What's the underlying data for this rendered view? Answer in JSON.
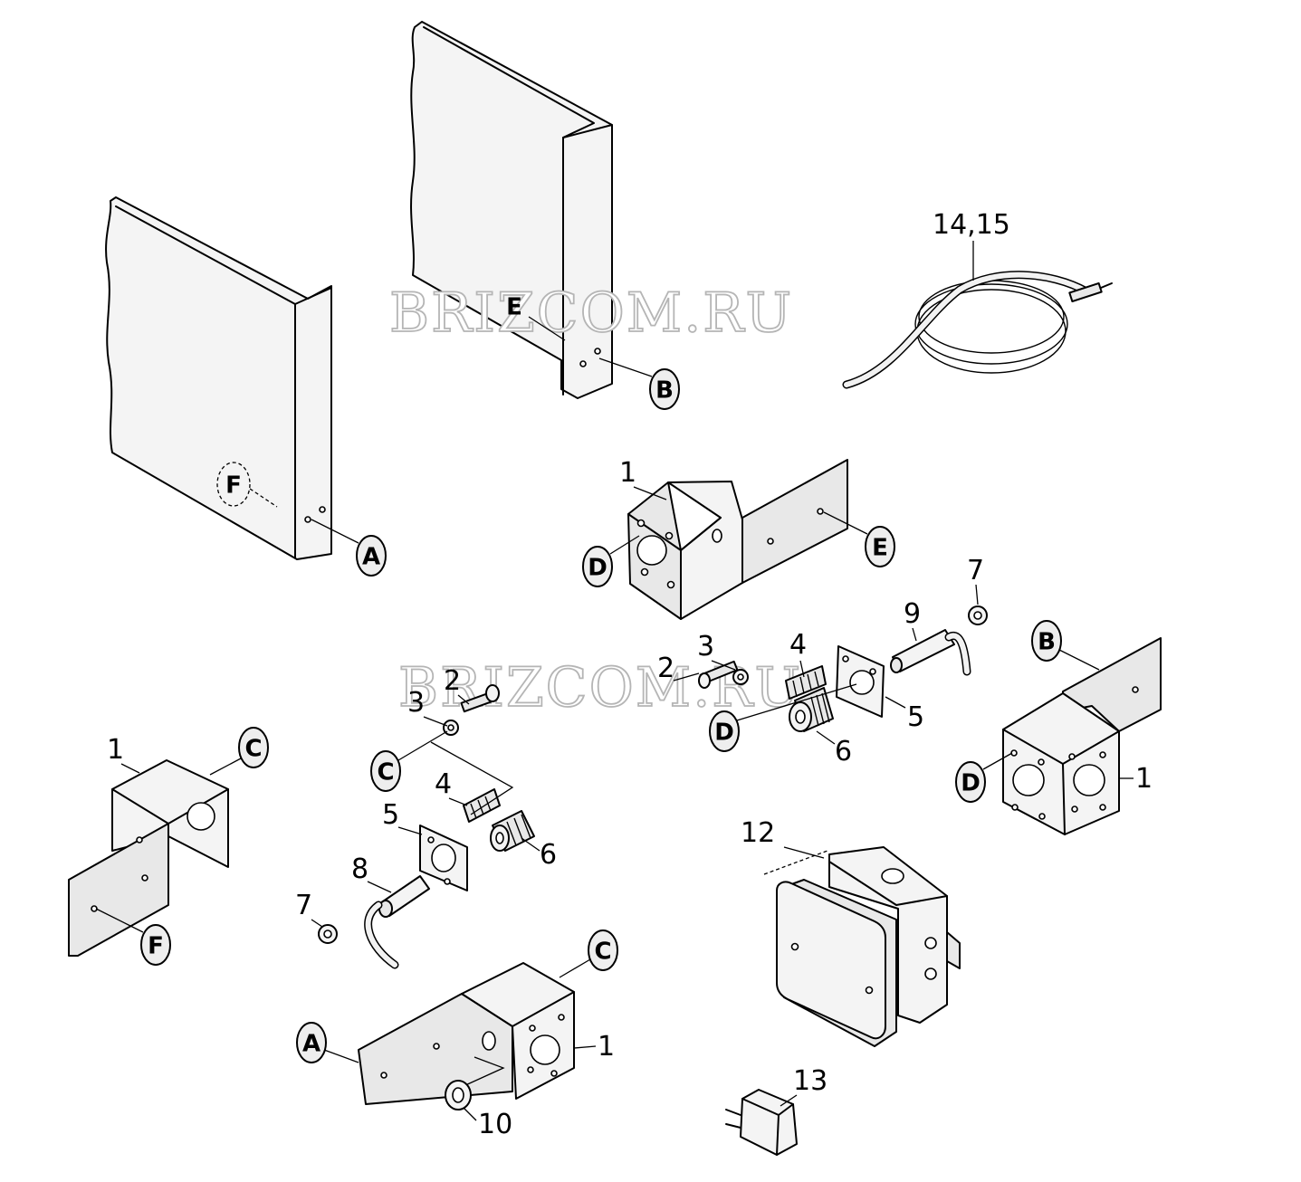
{
  "watermark": "BRIZCOM.RU",
  "callouts": {
    "n1": "1",
    "n2": "2",
    "n3": "3",
    "n4": "4",
    "n5": "5",
    "n6": "6",
    "n7": "7",
    "n8": "8",
    "n9": "9",
    "n10": "10",
    "n12": "12",
    "n13": "13",
    "n1415": "14,15"
  },
  "connection_letters": {
    "A": "A",
    "B": "B",
    "C": "C",
    "D": "D",
    "E": "E",
    "F": "F"
  }
}
